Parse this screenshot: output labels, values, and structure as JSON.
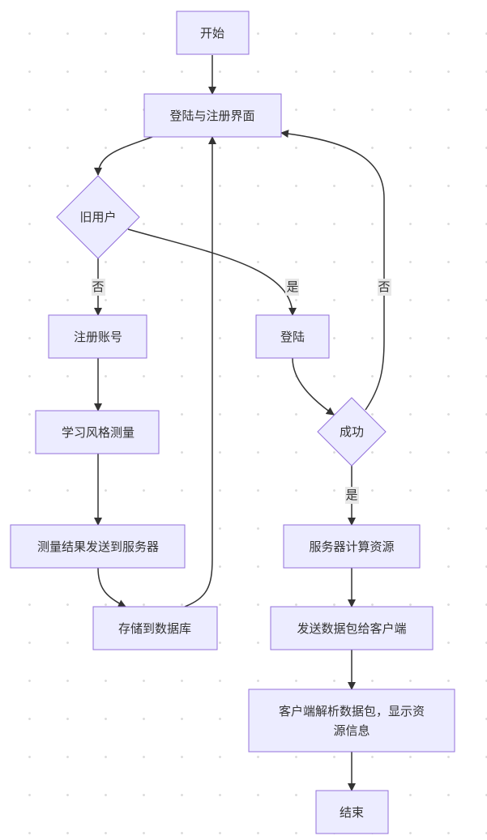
{
  "nodes": {
    "start": "开始",
    "login_register_screen": "登陆与注册界面",
    "old_user": "旧用户",
    "register_account": "注册账号",
    "learning_style_test": "学习风格测量",
    "send_results_to_server": "测量结果发送到服务器",
    "store_to_database": "存储到数据库",
    "login": "登陆",
    "success": "成功",
    "server_compute_resources": "服务器计算资源",
    "send_packet_to_client": "发送数据包给客户端",
    "client_parse_line1": "客户端解析数据包，显示资",
    "client_parse_line2": "源信息",
    "end": "结束"
  },
  "edge_labels": {
    "old_user_no": "否",
    "old_user_yes": "是",
    "success_no": "否",
    "success_yes": "是"
  },
  "colors": {
    "node_fill": "#ECECFF",
    "node_stroke": "#9370DB",
    "edge": "#333333",
    "text": "#333333",
    "edge_label_bg": "#e8e8e8"
  }
}
